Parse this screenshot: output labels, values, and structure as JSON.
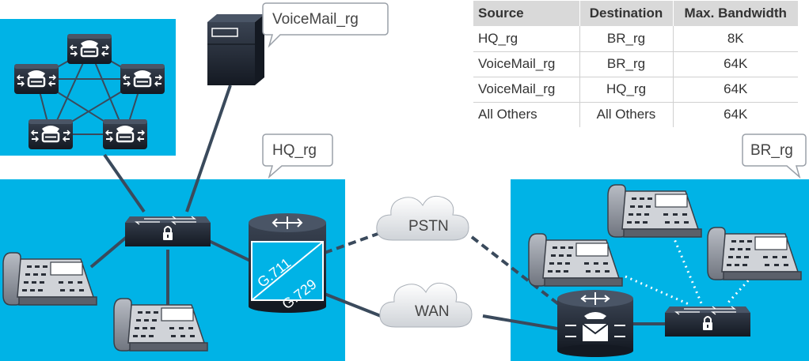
{
  "callouts": {
    "voicemail": "VoiceMail_rg",
    "hq": "HQ_rg",
    "br": "BR_rg"
  },
  "clouds": {
    "pstn": "PSTN",
    "wan": "WAN"
  },
  "codecs": {
    "primary": "G.711",
    "secondary": "G.729"
  },
  "table": {
    "headers": [
      "Source",
      "Destination",
      "Max. Bandwidth"
    ],
    "rows": [
      [
        "HQ_rg",
        "BR_rg",
        "8K"
      ],
      [
        "VoiceMail_rg",
        "BR_rg",
        "64K"
      ],
      [
        "VoiceMail_rg",
        "HQ_rg",
        "64K"
      ],
      [
        "All Others",
        "All Others",
        "64K"
      ]
    ]
  },
  "colors": {
    "region_fill": "#00b3e6",
    "link": "#3a4a5c",
    "device_dark": "#1e2530",
    "phone_gray": "#8a8f99"
  },
  "icons": [
    "call-manager-icon",
    "voicemail-server-icon",
    "secure-switch-icon",
    "voice-router-icon",
    "ip-phone-icon",
    "cloud-icon",
    "unity-gateway-icon"
  ]
}
